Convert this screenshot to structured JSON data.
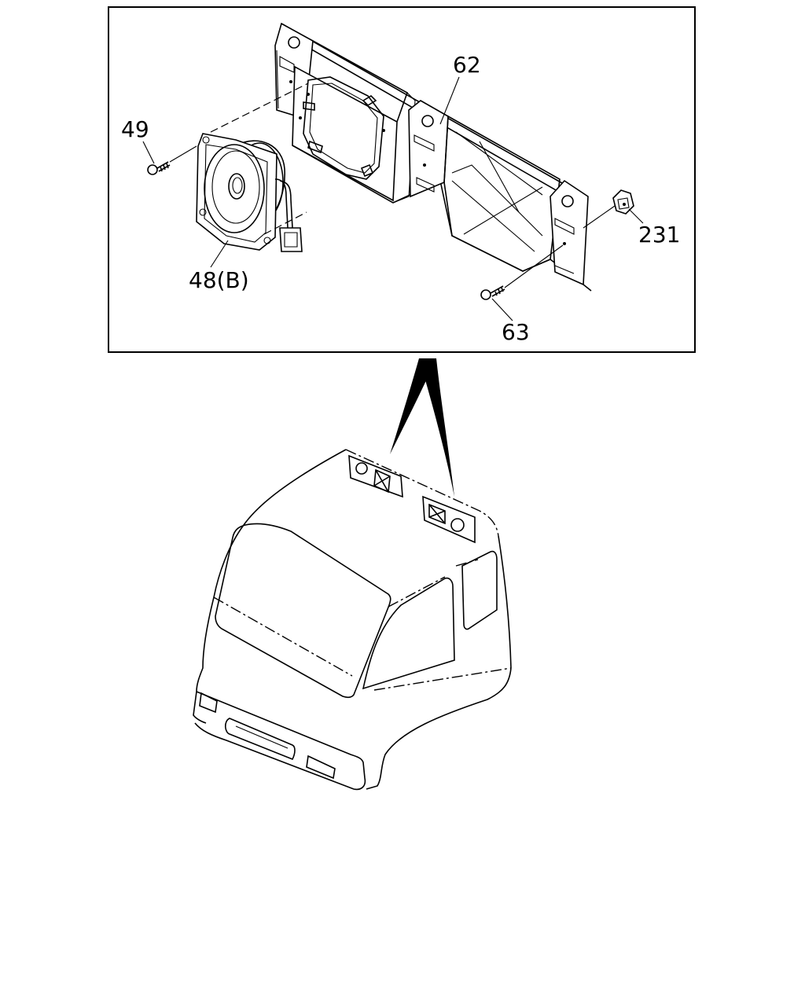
{
  "diagram": {
    "callouts": [
      {
        "id": "part-49",
        "label": "49"
      },
      {
        "id": "part-62",
        "label": "62"
      },
      {
        "id": "part-231",
        "label": "231"
      },
      {
        "id": "part-48b",
        "label": "48(B)"
      },
      {
        "id": "part-63",
        "label": "63"
      }
    ]
  }
}
